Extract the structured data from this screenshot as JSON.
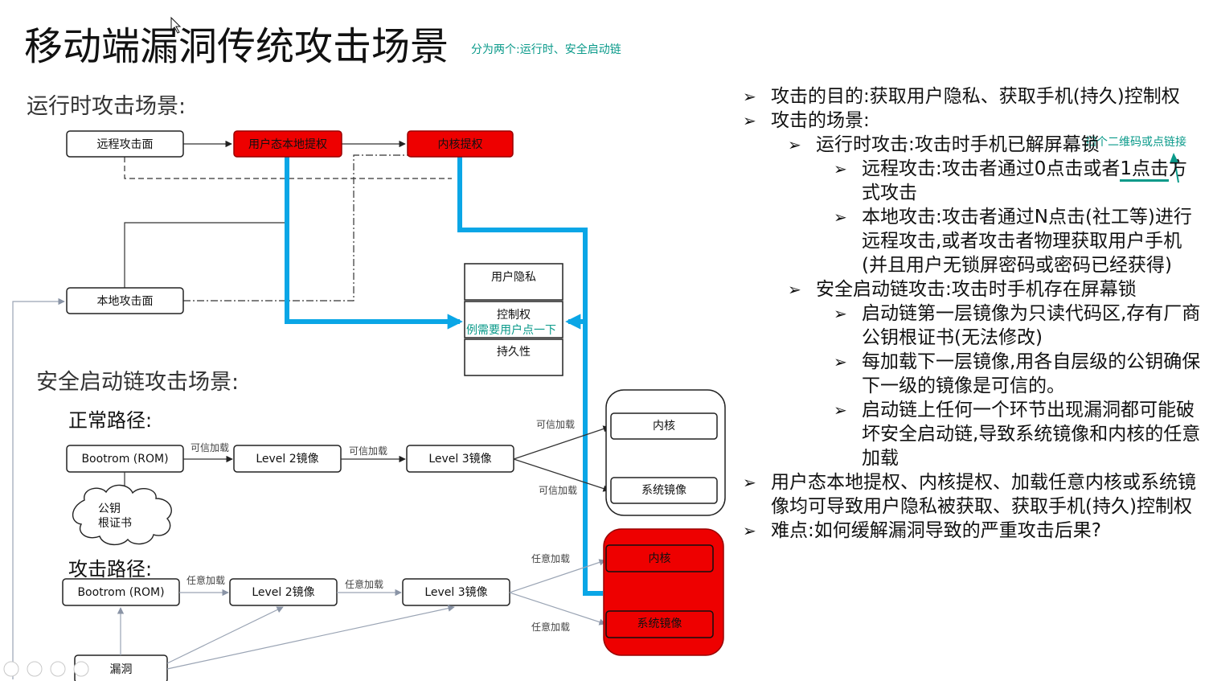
{
  "title": "移动端漏洞传统攻击场景",
  "title_note": "分为两个:运行时、安全启动链",
  "runtime": {
    "heading": "运行时攻击场景:",
    "remote": "远程攻击面",
    "user_priv": "用户态本地提权",
    "kernel_priv": "内核提权",
    "local": "本地攻击面",
    "privacy": "用户隐私",
    "control": "控制权",
    "control_note": "例需要用户点一下",
    "persist": "持久性"
  },
  "secure_boot": {
    "heading": "安全启动链攻击场景:",
    "normal_heading": "正常路径:",
    "attack_heading": "攻击路径:",
    "bootrom": "Bootrom (ROM)",
    "level2": "Level 2镜像",
    "level3": "Level 3镜像",
    "trusted_load": "可信加载",
    "any_load": "任意加载",
    "kernel": "内核",
    "system_image": "系统镜像",
    "pubkey_line1": "公钥",
    "pubkey_line2": "根证书",
    "vuln": "漏洞"
  },
  "right": {
    "qr_note": "扫个二维码或点链接",
    "b1": "攻击的目的:获取用户隐私、获取手机(持久)控制权",
    "b2": "攻击的场景:",
    "b2_1": "运行时攻击:攻击时手机已解屏幕锁",
    "b2_1_1_before": "远程攻击:攻击者通过0点击或者",
    "b2_1_1_mark1": "1点",
    "b2_1_1_mark2": "击",
    "b2_1_1_after": "方式攻击",
    "b2_1_2": "本地攻击:攻击者通过N点击(社工等)进行远程攻击,或者攻击者物理获取用户手机(并且用户无锁屏密码或密码已经获得)",
    "b2_2": "安全启动链攻击:攻击时手机存在屏幕锁",
    "b2_2_1": "启动链第一层镜像为只读代码区,存有厂商公钥根证书(无法修改)",
    "b2_2_2": "每加载下一层镜像,用各自层级的公钥确保下一级的镜像是可信的。",
    "b2_2_3": "启动链上任何一个环节出现漏洞都可能破坏安全启动链,导致系统镜像和内核的任意加载",
    "b3": "用户态本地提权、内核提权、加载任意内核或系统镜像均可导致用户隐私被获取、获取手机(持久)控制权",
    "b4": "难点:如何缓解漏洞导致的严重攻击后果?"
  }
}
